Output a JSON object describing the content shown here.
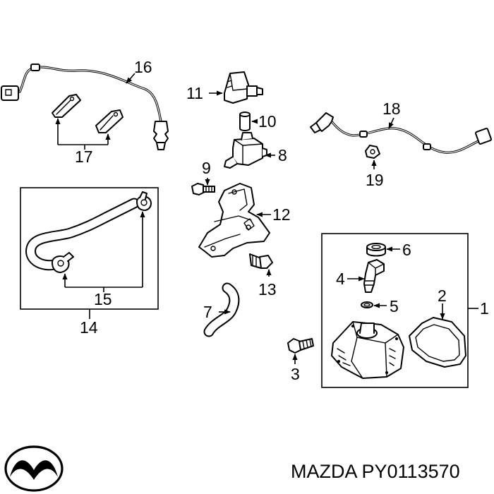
{
  "callouts": {
    "c1": "1",
    "c2": "2",
    "c3": "3",
    "c4": "4",
    "c5": "5",
    "c6": "6",
    "c7": "7",
    "c8": "8",
    "c9": "9",
    "c10": "10",
    "c11": "11",
    "c12": "12",
    "c13": "13",
    "c14": "14",
    "c15": "15",
    "c16": "16",
    "c17": "17",
    "c18": "18",
    "c19": "19"
  },
  "brand": {
    "caption": "MAZDA PY0113570"
  },
  "logo": {
    "icon": "mazda-logo-icon"
  }
}
